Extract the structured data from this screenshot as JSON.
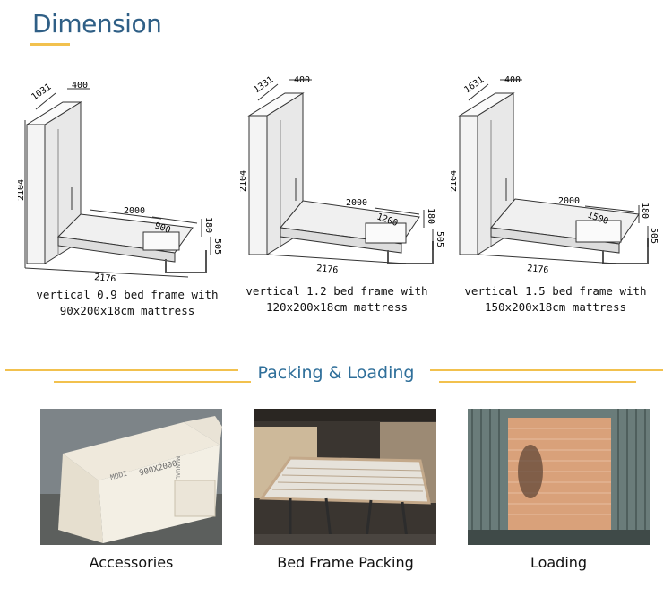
{
  "header": {
    "title": "Dimension"
  },
  "models": [
    {
      "caption_line1": "vertical 0.9 bed frame with",
      "caption_line2": "90x200x18cm mattress",
      "dims": {
        "depth_top": "1031",
        "width_top": "400",
        "height": "2104",
        "length": "2000",
        "bed_width": "900",
        "thickness": "180",
        "leg": "505",
        "total": "2176"
      }
    },
    {
      "caption_line1": "vertical 1.2 bed frame with",
      "caption_line2": "120x200x18cm mattress",
      "dims": {
        "depth_top": "1331",
        "width_top": "400",
        "height": "2104",
        "length": "2000",
        "bed_width": "1200",
        "thickness": "180",
        "leg": "505",
        "total": "2176"
      }
    },
    {
      "caption_line1": "vertical 1.5 bed frame with",
      "caption_line2": "150x200x18cm mattress",
      "dims": {
        "depth_top": "1631",
        "width_top": "400",
        "height": "2104",
        "length": "2000",
        "bed_width": "1500",
        "thickness": "180",
        "leg": "505",
        "total": "2176"
      }
    }
  ],
  "packing": {
    "title": "Packing & Loading",
    "photos": [
      {
        "label": "Accessories",
        "box_text_1": "MODI",
        "box_text_2": "900X2000",
        "box_text_3": "MANUAL"
      },
      {
        "label": "Bed Frame Packing"
      },
      {
        "label": "Loading"
      }
    ]
  },
  "colors": {
    "title": "#2f5f86",
    "accent": "#f2c14e",
    "section_title": "#2f6f9a"
  }
}
